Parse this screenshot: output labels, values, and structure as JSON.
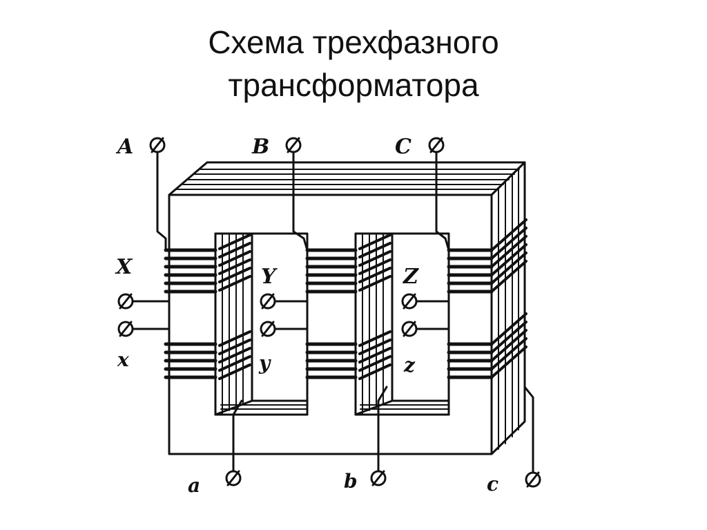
{
  "slide": {
    "title_line1": "Схема трехфазного",
    "title_line2": "трансформатора"
  },
  "diagram": {
    "terminals": {
      "primary_start": [
        "A",
        "B",
        "C"
      ],
      "primary_end": [
        "X",
        "Y",
        "Z"
      ],
      "secondary_start": [
        "x",
        "y",
        "z"
      ],
      "secondary_end": [
        "a",
        "b",
        "c"
      ]
    }
  }
}
